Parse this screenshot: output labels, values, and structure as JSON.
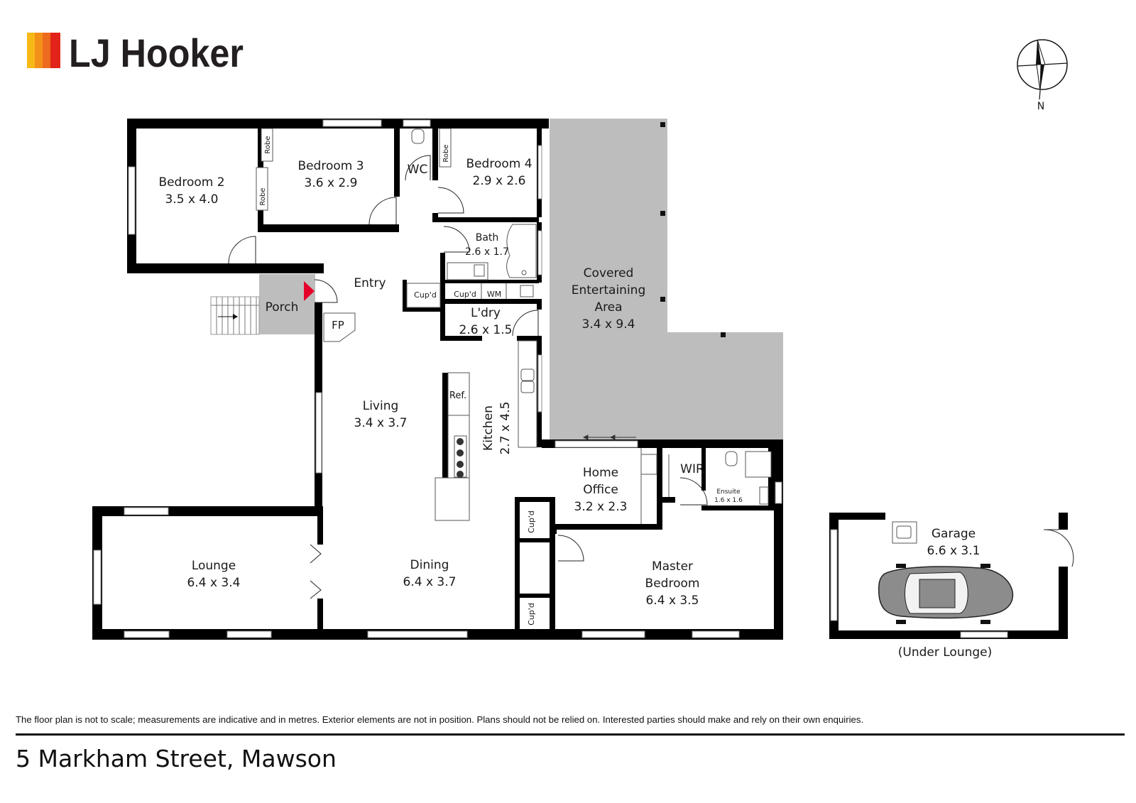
{
  "brand": {
    "name": "LJ Hooker",
    "stripe_colors": [
      "#F7B918",
      "#F39019",
      "#EC6B1E",
      "#E2231A"
    ]
  },
  "compass": {
    "north_label": "N"
  },
  "colors": {
    "wall": "#000000",
    "shaded_area": "#bdbdbd",
    "entry_marker": "#e4002b"
  },
  "rooms": {
    "bed2": {
      "name": "Bedroom 2",
      "size": "3.5 x 4.0"
    },
    "bed3": {
      "name": "Bedroom 3",
      "size": "3.6 x 2.9"
    },
    "bed4": {
      "name": "Bedroom 4",
      "size": "2.9 x 2.6"
    },
    "wc": {
      "name": "WC"
    },
    "bath": {
      "name": "Bath",
      "size": "2.6 x 1.7"
    },
    "entry": {
      "name": "Entry"
    },
    "porch": {
      "name": "Porch"
    },
    "fp": {
      "name": "FP"
    },
    "laundry": {
      "name": "L'dry",
      "size": "2.6 x 1.5"
    },
    "covered": {
      "line1": "Covered",
      "line2": "Entertaining",
      "line3": "Area",
      "size": "3.4 x 9.4"
    },
    "living": {
      "name": "Living",
      "size": "3.4 x 3.7"
    },
    "kitchen": {
      "name": "Kitchen",
      "size": "2.7 x 4.5"
    },
    "home_office": {
      "line1": "Home",
      "line2": "Office",
      "size": "3.2 x 2.3"
    },
    "wir": {
      "name": "WIR"
    },
    "ensuite": {
      "name": "Ensuite",
      "size": "1.6 x 1.6"
    },
    "lounge": {
      "name": "Lounge",
      "size": "6.4 x 3.4"
    },
    "dining": {
      "name": "Dining",
      "size": "6.4 x 3.7"
    },
    "master": {
      "line1": "Master",
      "line2": "Bedroom",
      "size": "6.4 x 3.5"
    },
    "garage": {
      "name": "Garage",
      "size": "6.6 x 3.1",
      "note": "(Under Lounge)"
    }
  },
  "fixtures": {
    "robe": "Robe",
    "cupd": "Cup'd",
    "wm": "WM",
    "ref": "Ref."
  },
  "footer": {
    "disclaimer": "The floor plan is not to scale; measurements are indicative and in metres. Exterior elements are not in position. Plans should not be relied on. Interested parties should make and rely on their own enquiries.",
    "address": "5 Markham Street, Mawson"
  }
}
